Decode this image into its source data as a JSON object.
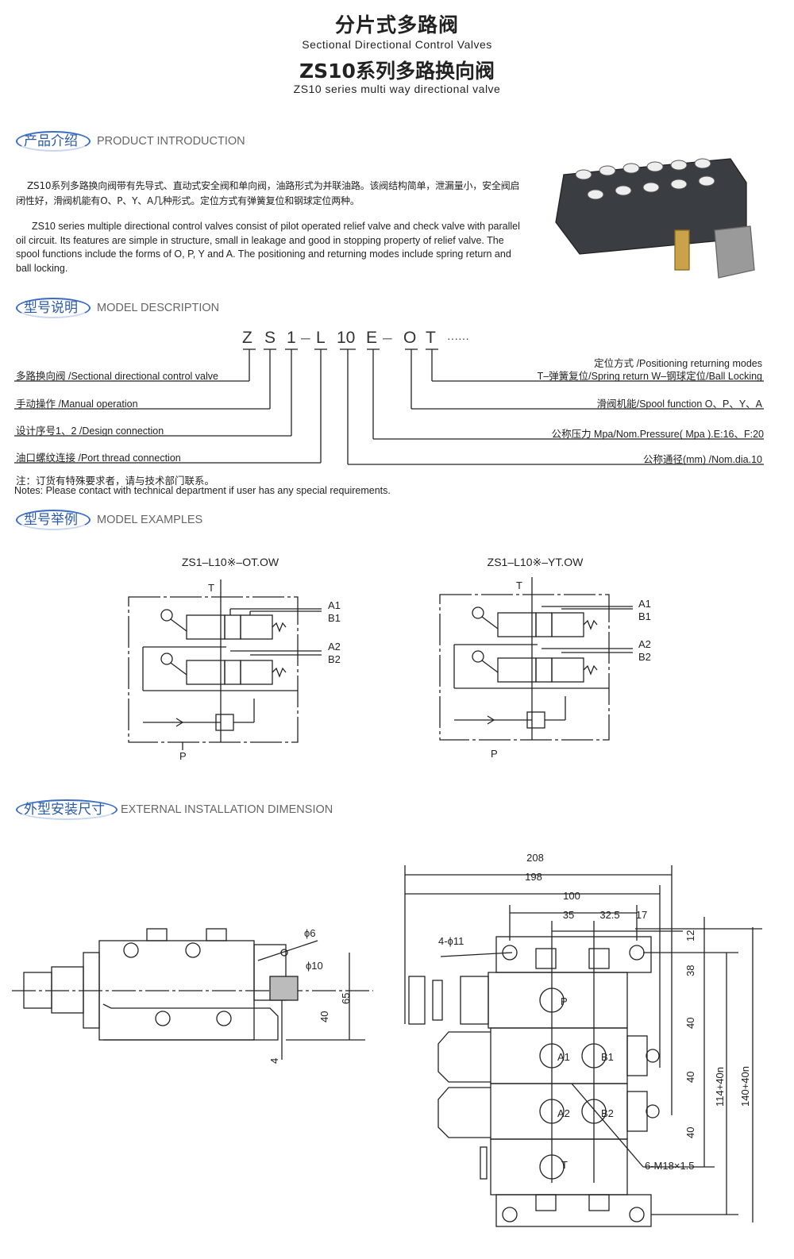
{
  "header": {
    "title_cn": "分片式多路阀",
    "title_en": "Sectional Directional Control Valves",
    "model_cn": "ZS10系列多路换向阀",
    "model_en": "ZS10 series multi way directional valve"
  },
  "sections": {
    "intro": {
      "cn": "产品介绍",
      "en": "PRODUCT INTRODUCTION",
      "para_cn": "ZS10系列多路换向阀带有先导式、直动式安全阀和单向阀，油路形式为并联油路。该阀结构简单，泄漏量小，安全阀启闭性好，滑阀机能有O、P、Y、A几种形式。定位方式有弹簧复位和钢球定位两种。",
      "para_en": "ZS10 series multiple directional control valves consist of pilot operated  relief valve and check valve with parallel oil circuit. Its features are simple in structure, small in leakage and good in stopping property of relief valve. The spool functions include the forms of O, P, Y and A. The positioning and returning modes include spring return and ball locking."
    },
    "model_desc": {
      "cn": "型号说明",
      "en": "MODEL DESCRIPTION"
    },
    "examples": {
      "cn": "型号举例",
      "en": "MODEL EXAMPLES"
    },
    "dimension": {
      "cn": "外型安装尺寸",
      "en": "EXTERNAL INSTALLATION DIMENSION"
    }
  },
  "model_code": [
    "Z",
    "S",
    "1",
    "–",
    "L",
    "10",
    "E",
    "–",
    "O",
    "T",
    "······"
  ],
  "model_labels": {
    "left": [
      "多路换向阀 /Sectional directional control valve",
      "手动操作 /Manual operation",
      "设计序号1、2 /Design connection",
      "油口螺纹连接 /Port thread connection"
    ],
    "right": [
      "定位方式 /Positioning returning modes",
      "T–弹簧复位/Spring return  W–钢球定位/Ball Locking",
      "滑阀机能/Spool function O、P、Y、A",
      "公称压力 Mpa/Nom.Pressure( Mpa ).E:16、F:20",
      "公称通径(mm) /Nom.dia.10"
    ]
  },
  "notes": {
    "cn": "注：订货有特殊要求者，请与技术部门联系。",
    "en": "Notes: Please contact with technical department if user has any special requirements."
  },
  "examples": [
    {
      "title": "ZS1–L10※–OT.OW",
      "ports": {
        "t": "T",
        "a1": "A1",
        "b1": "B1",
        "a2": "A2",
        "b2": "B2",
        "p": "P"
      }
    },
    {
      "title": "ZS1–L10※–YT.OW",
      "ports": {
        "t": "T",
        "a1": "A1",
        "b1": "B1",
        "a2": "A2",
        "b2": "B2",
        "p": "P"
      }
    }
  ],
  "side_dims": {
    "d6": "ϕ6",
    "d10": "ϕ10",
    "h65": "65",
    "h40": "40",
    "h4": "4"
  },
  "front_dims": {
    "w208": "208",
    "w198": "198",
    "w100": "100",
    "w35": "35",
    "w32": "32.5",
    "w17": "17",
    "holes": "4-ϕ11",
    "v12": "12",
    "v38": "38",
    "v40a": "40",
    "v40b": "40",
    "v40c": "40",
    "h114": "114+40n",
    "h140": "140+40n",
    "thread": "6-M18×1.5",
    "p": "P",
    "a1": "A1",
    "b1": "B1",
    "a2": "A2",
    "b2": "B2",
    "t": "T"
  }
}
